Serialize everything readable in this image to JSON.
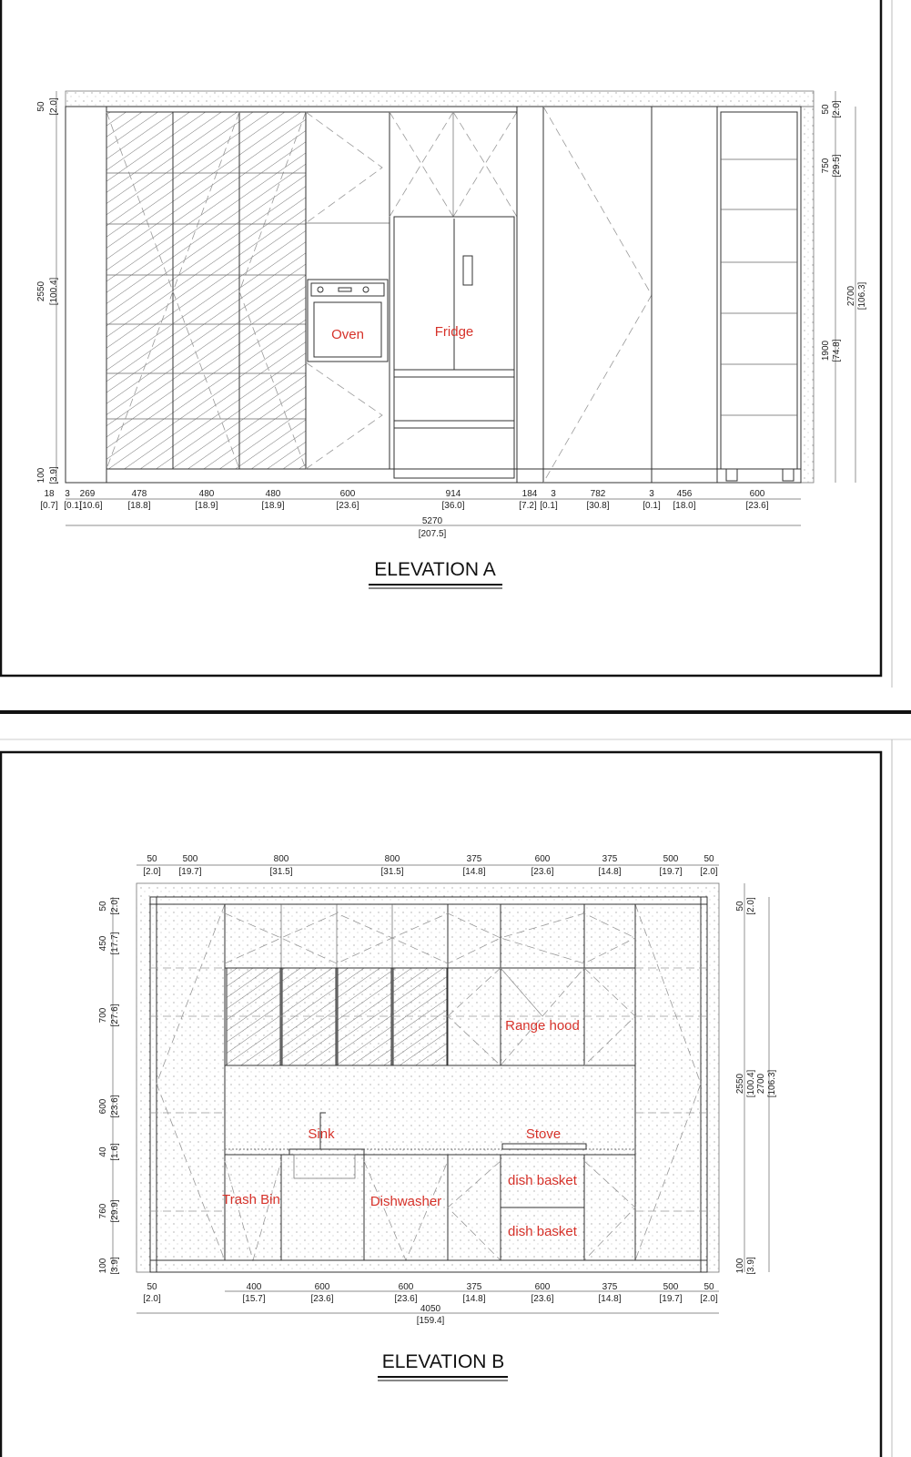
{
  "colors": {
    "label": "#d6322a",
    "frame": "#111111"
  },
  "elevation_a": {
    "title": "ELEVATION A",
    "labels": {
      "oven": "Oven",
      "fridge": "Fridge"
    },
    "bottom_dims": [
      [
        "18",
        "[0.7]"
      ],
      [
        "3",
        "[0.1]"
      ],
      [
        "269",
        "[10.6]"
      ],
      [
        "478",
        "[18.8]"
      ],
      [
        "480",
        "[18.9]"
      ],
      [
        "480",
        "[18.9]"
      ],
      [
        "600",
        "[23.6]"
      ],
      [
        "914",
        "[36.0]"
      ],
      [
        "184",
        "[7.2]"
      ],
      [
        "3",
        "[0.1]"
      ],
      [
        "782",
        "[30.8]"
      ],
      [
        "3",
        "[0.1]"
      ],
      [
        "456",
        "[18.0]"
      ],
      [
        "600",
        "[23.6]"
      ]
    ],
    "total": [
      "5270",
      "[207.5]"
    ],
    "left_dims": [
      [
        "50",
        "[2.0]"
      ],
      [
        "2550",
        "[100.4]"
      ],
      [
        "100",
        "[3.9]"
      ]
    ],
    "right_dims": [
      [
        "50",
        "[2.0]"
      ],
      [
        "750",
        "[29.5]"
      ],
      [
        "1900",
        "[74.8]"
      ],
      [
        "2700",
        "[106.3]"
      ]
    ]
  },
  "elevation_b": {
    "title": "ELEVATION B",
    "labels": {
      "range_hood": "Range hood",
      "sink": "Sink",
      "stove": "Stove",
      "dish_basket_1": "dish basket",
      "dish_basket_2": "dish basket",
      "trash_bin": "Trash Bin",
      "dishwasher": "Dishwasher"
    },
    "top_dims": [
      [
        "50",
        "[2.0]"
      ],
      [
        "500",
        "[19.7]"
      ],
      [
        "800",
        "[31.5]"
      ],
      [
        "800",
        "[31.5]"
      ],
      [
        "375",
        "[14.8]"
      ],
      [
        "600",
        "[23.6]"
      ],
      [
        "375",
        "[14.8]"
      ],
      [
        "500",
        "[19.7]"
      ],
      [
        "50",
        "[2.0]"
      ]
    ],
    "bottom_dims": [
      [
        "50",
        "[2.0]"
      ],
      [
        "400",
        "[15.7]"
      ],
      [
        "600",
        "[23.6]"
      ],
      [
        "600",
        "[23.6]"
      ],
      [
        "375",
        "[14.8]"
      ],
      [
        "600",
        "[23.6]"
      ],
      [
        "375",
        "[14.8]"
      ],
      [
        "500",
        "[19.7]"
      ],
      [
        "50",
        "[2.0]"
      ]
    ],
    "total": [
      "4050",
      "[159.4]"
    ],
    "left_dims": [
      [
        "50",
        "[2.0]"
      ],
      [
        "450",
        "[17.7]"
      ],
      [
        "700",
        "[27.6]"
      ],
      [
        "600",
        "[23.6]"
      ],
      [
        "40",
        "[1.6]"
      ],
      [
        "760",
        "[29.9]"
      ],
      [
        "100",
        "[3.9]"
      ]
    ],
    "right_dims": [
      [
        "50",
        "[2.0]"
      ],
      [
        "2550",
        "[100.4]"
      ],
      [
        "2700",
        "[106.3]"
      ],
      [
        "100",
        "[3.9]"
      ]
    ]
  }
}
